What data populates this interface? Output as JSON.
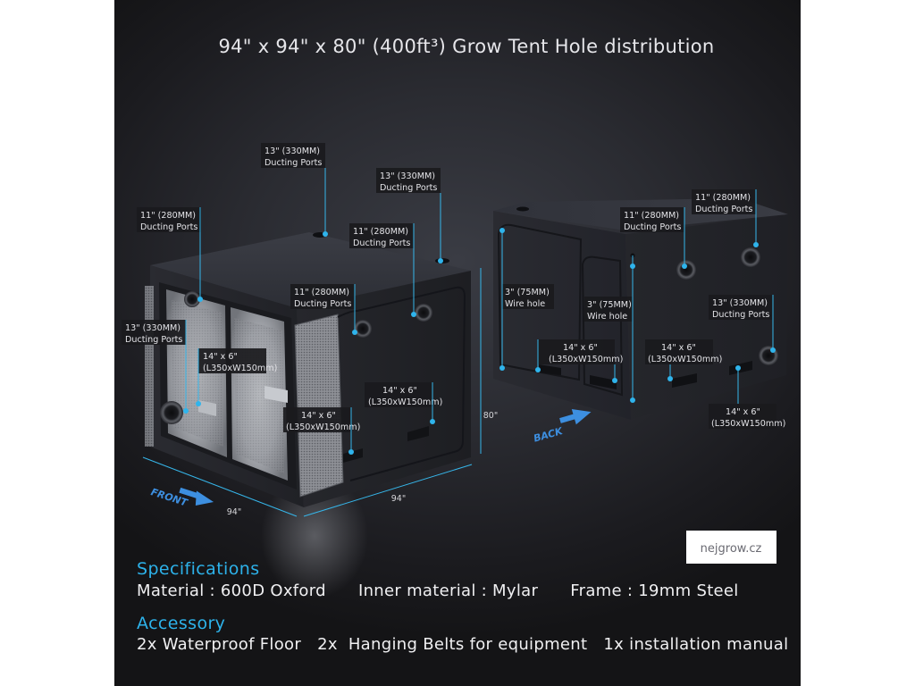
{
  "title": "94\" x 94\" x 80\" (400ft³) Grow Tent Hole distribution",
  "front_tent": {
    "labels": {
      "top_13": [
        "13\" (330MM)",
        "Ducting Ports"
      ],
      "top_right_13": [
        "13\" (330MM)",
        "Ducting Ports"
      ],
      "left_11": [
        "11\" (280MM)",
        "Ducting Ports"
      ],
      "mid_11": [
        "11\" (280MM)",
        "Ducting Ports"
      ],
      "side_11": [
        "11\" (280MM)",
        "Ducting Ports"
      ],
      "left_13": [
        "13\" (330MM)",
        "Ducting Ports"
      ],
      "vent_left": [
        "14\" x 6\"",
        "(L350xW150mm)"
      ],
      "vent_mid": [
        "14\" x 6\"",
        "(L350xW150mm)"
      ],
      "vent_right": [
        "14\" x 6\"",
        "(L350xW150mm)"
      ]
    },
    "dim_width": "94\"",
    "dim_depth": "94\"",
    "dim_height": "80\"",
    "direction_label": "FRONT"
  },
  "back_tent": {
    "labels": {
      "top_left_11": [
        "11\" (280MM)",
        "Ducting Ports"
      ],
      "top_right_11": [
        "11\" (280MM)",
        "Ducting Ports"
      ],
      "wire_left": [
        "3\" (75MM)",
        "Wire hole"
      ],
      "wire_mid": [
        "3\" (75MM)",
        "Wire hole"
      ],
      "right_13": [
        "13\" (330MM)",
        "Ducting Ports"
      ],
      "vent_left": [
        "14\" x 6\"",
        "(L350xW150mm)"
      ],
      "vent_right": [
        "14\" x 6\"",
        "(L350xW150mm)"
      ],
      "vent_bottom": [
        "14\" x 6\"",
        "(L350xW150mm)"
      ]
    },
    "direction_label": "BACK"
  },
  "watermark": "nejgrow.cz",
  "specifications": {
    "heading": "Specifications",
    "line": "Material : 600D Oxford      Inner material : Mylar      Frame : 19mm Steel"
  },
  "accessory": {
    "heading": "Accessory",
    "line": "2x Waterproof Floor   2x  Hanging Belts for equipment   1x installation manual"
  },
  "colors": {
    "accent": "#2db2ea",
    "background": "#1e1f23",
    "tent_body": "#1d1e22"
  }
}
